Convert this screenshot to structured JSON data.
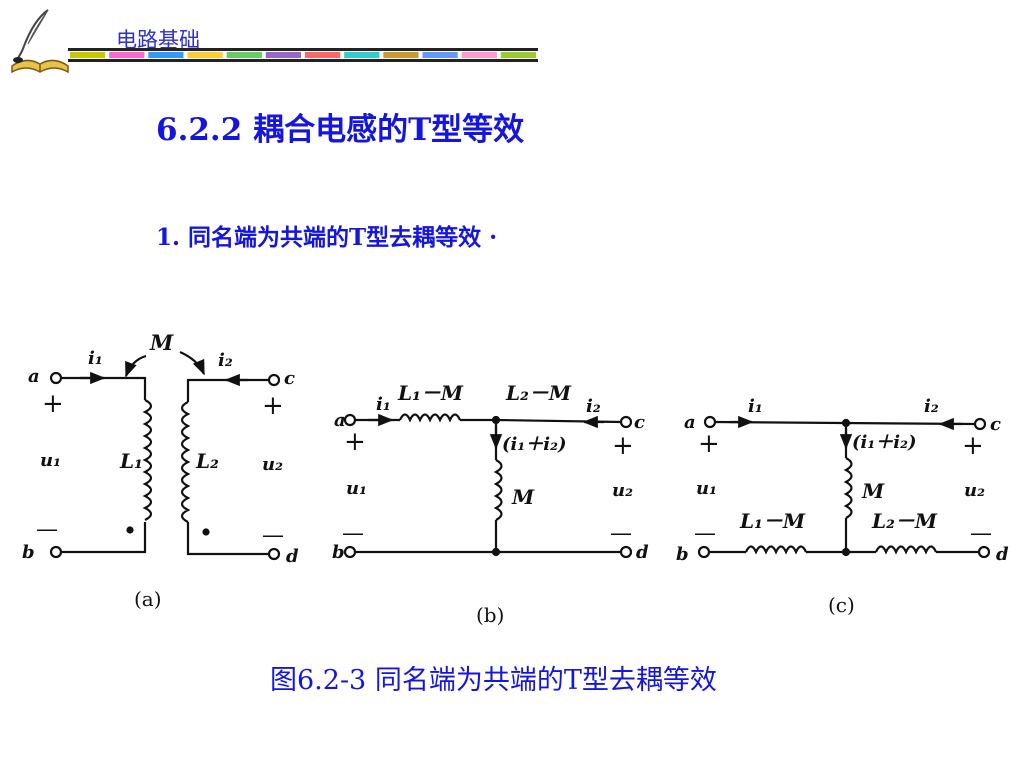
{
  "header": {
    "course_title": "电路基础",
    "logo_icon": "book-quill-icon",
    "bar_colors": [
      "#c8c800",
      "#ff66cc",
      "#3399ff",
      "#ffcc33",
      "#66cc66",
      "#9966cc",
      "#ff6666",
      "#33cccc",
      "#cc9933",
      "#6699ff",
      "#ff99cc",
      "#99cc33"
    ]
  },
  "content": {
    "section_title": "6.2.2 耦合电感的T型等效",
    "subtitle": "1. 同名端为共端的T型去耦等效 ·"
  },
  "circuits": {
    "a": {
      "node_a": "a",
      "node_b": "b",
      "node_c": "c",
      "node_d": "d",
      "i1": "i₁",
      "i2": "i₂",
      "mutual": "M",
      "u1": "u₁",
      "u2": "u₂",
      "L1": "L₁",
      "L2": "L₂",
      "plus": "+",
      "minus": "—",
      "label": "(a)"
    },
    "b": {
      "node_a": "a",
      "node_b": "b",
      "node_c": "c",
      "node_d": "d",
      "i1": "i₁",
      "i2": "i₂",
      "top_left": "L₁－M",
      "top_right": "L₂－M",
      "shunt_current": "(i₁＋i₂)",
      "shunt": "M",
      "u1": "u₁",
      "u2": "u₂",
      "plus": "+",
      "minus": "—",
      "label": "(b)"
    },
    "c": {
      "node_a": "a",
      "node_b": "b",
      "node_c": "c",
      "node_d": "d",
      "i1": "i₁",
      "i2": "i₂",
      "shunt_current": "(i₁＋i₂)",
      "shunt": "M",
      "bottom_left": "L₁－M",
      "bottom_right": "L₂－M",
      "u1": "u₁",
      "u2": "u₂",
      "plus": "+",
      "minus": "—",
      "label": "(c)"
    }
  },
  "caption": "图6.2-3 同名端为共端的T型去耦等效"
}
